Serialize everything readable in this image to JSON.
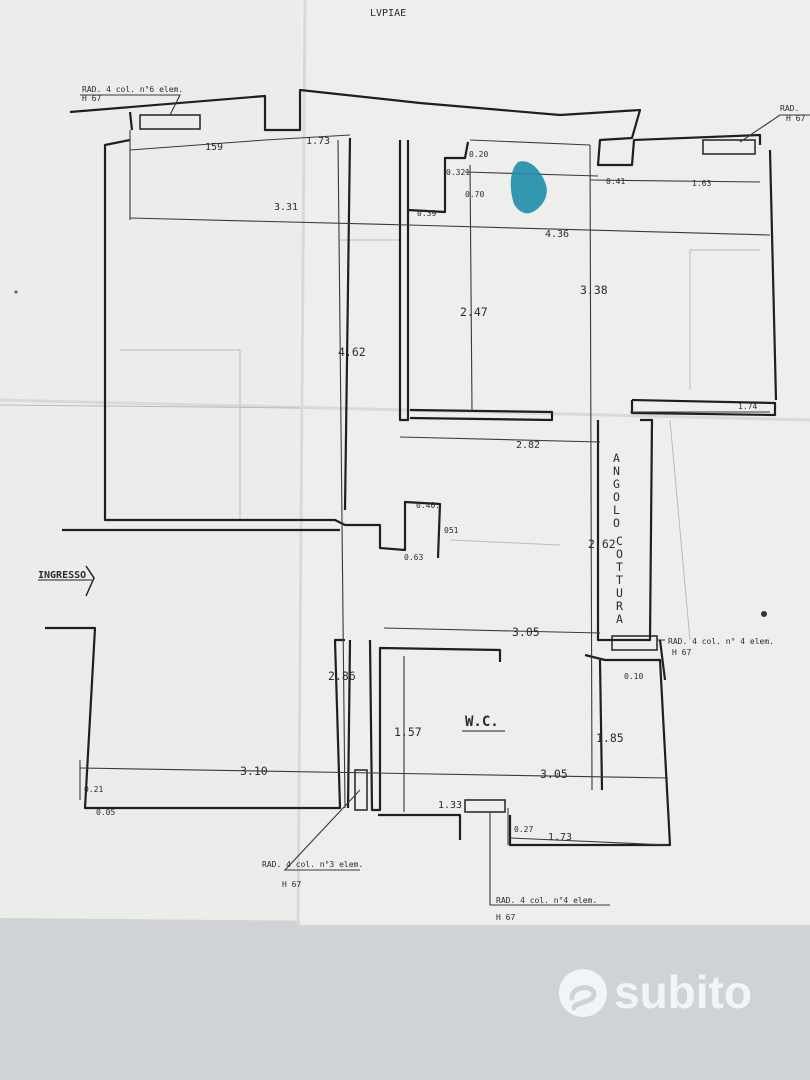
{
  "header": {
    "title_fragment": "LVPIAE"
  },
  "radiators": {
    "top_left": "RAD. 4 col. n°6 elem.",
    "top_left_h": "H 67",
    "top_right": "RAD.",
    "top_right_h": "H 67",
    "bottom_left": "RAD. 4 col. n°3 elem.",
    "bottom_left_h": "H 67",
    "bottom_center": "RAD. 4 col. n°4 elem.",
    "bottom_center_h": "H 67",
    "right_mid": "RAD. 4 col. n° 4 elem.",
    "right_mid_h": "H 67"
  },
  "labels": {
    "ingresso": "INGRESSO",
    "wc": "W.C.",
    "angolo": [
      "A",
      "N",
      "G",
      "O",
      "L",
      "O"
    ],
    "cottura": [
      "C",
      "O",
      "T",
      "T",
      "U",
      "R",
      "A"
    ]
  },
  "dimensions": {
    "d159": "159",
    "d173a": "1.73",
    "d331": "3.31",
    "d020": "0.20",
    "d0321": "0.321",
    "d070": "0.70",
    "d039": "0.39",
    "d436": "4.36",
    "d041": "0.41",
    "d163": "1.63",
    "d338": "3.38",
    "d247": "2.47",
    "d462": "4.62",
    "d174": "1.74",
    "d282": "2.82",
    "d040": "0.40.",
    "d051": "051",
    "d063": "0.63",
    "d262": "2.62",
    "d305a": "3.05",
    "d286": "2.86",
    "d157": "1.57",
    "d185": "1.85",
    "d310": "3.10",
    "d305b": "3.05",
    "d021": "0.21",
    "d005": "0.05",
    "d133": "1.33",
    "d027": "0.27",
    "d173b": "1.73",
    "d010": "0.10"
  },
  "watermark": {
    "text": "subito"
  },
  "colors": {
    "paper": "#ecedea",
    "ink": "#1f1f1f",
    "background": "#cfd3d6",
    "stain": "#1e8ea8"
  }
}
